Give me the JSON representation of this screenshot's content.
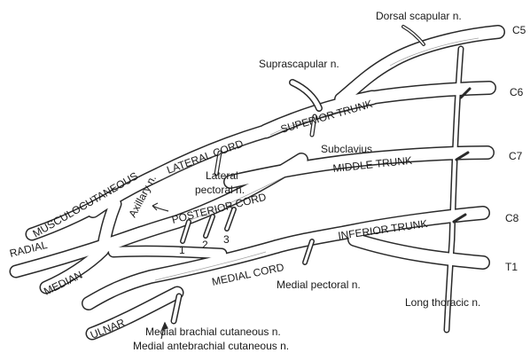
{
  "roots": {
    "c5": "C5",
    "c6": "C6",
    "c7": "C7",
    "c8": "C8",
    "t1": "T1"
  },
  "trunks": {
    "superior": "SUPERIOR TRUNK",
    "middle": "MIDDLE TRUNK",
    "inferior": "INFERIOR TRUNK"
  },
  "cords": {
    "lateral": "LATERAL CORD",
    "posterior": "POSTERIOR CORD",
    "medial": "MEDIAL CORD"
  },
  "terminal_branches": {
    "musculocutaneous": "MUSCULOCUTANEOUS",
    "radial": "RADIAL",
    "median": "MEDIAN",
    "ulnar": "ULNAR"
  },
  "branches": {
    "dorsal_scapular": "Dorsal scapular n.",
    "suprascapular": "Suprascapular n.",
    "subclavius": "Subclavius",
    "lateral_pectoral_line1": "Lateral",
    "lateral_pectoral_line2": "pectoral n.",
    "axillary": "Axillary n.",
    "medial_pectoral": "Medial pectoral n.",
    "long_thoracic": "Long thoracic n.",
    "medial_brachial_cutaneous": "Medial brachial cutaneous n.",
    "medial_antebrachial_cutaneous": "Medial antebrachial cutaneous n."
  },
  "subscapular_numbers": {
    "n1": "1",
    "n2": "2",
    "n3": "3"
  }
}
